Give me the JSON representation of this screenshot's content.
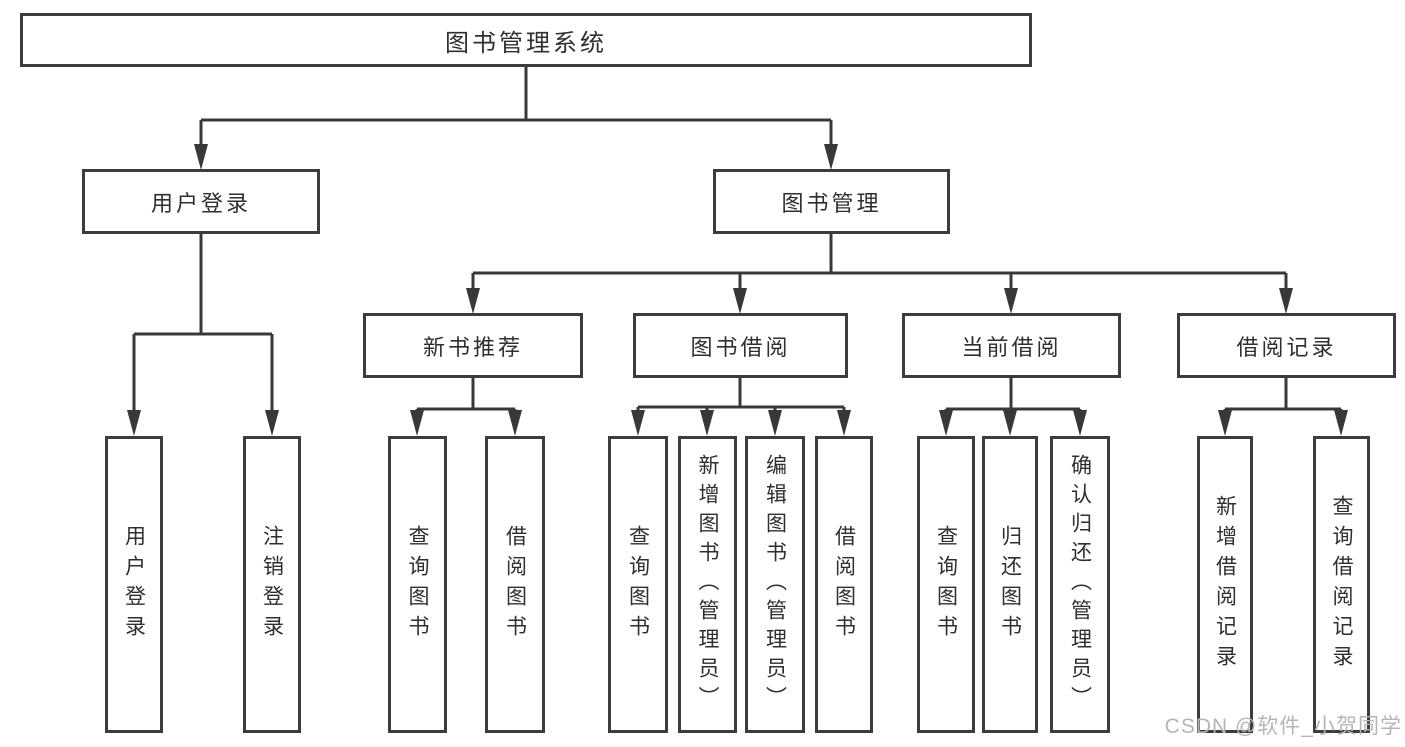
{
  "tree": {
    "root": "图书管理系统",
    "user_login": {
      "label": "用户登录",
      "children": [
        "用户登录",
        "注销登录"
      ]
    },
    "book_mgmt": {
      "label": "图书管理",
      "sections": {
        "new_book": {
          "label": "新书推荐",
          "children": [
            "查询图书",
            "借阅图书"
          ]
        },
        "book_borrow": {
          "label": "图书借阅",
          "children": [
            "查询图书",
            "新增图书（管理员）",
            "编辑图书（管理员）",
            "借阅图书"
          ]
        },
        "current_borrow": {
          "label": "当前借阅",
          "children": [
            "查询图书",
            "归还图书",
            "确认归还（管理员）"
          ]
        },
        "borrow_record": {
          "label": "借阅记录",
          "children": [
            "新增借阅记录",
            "查询借阅记录"
          ]
        }
      }
    }
  },
  "watermark": "CSDN @软件_小贺同学",
  "colors": {
    "line": "#383838",
    "arrow": "#383838",
    "box_border": "#3c3c3c",
    "text": "#2f2f2f",
    "watermark": "#b5b5b5",
    "background": "#ffffff"
  }
}
